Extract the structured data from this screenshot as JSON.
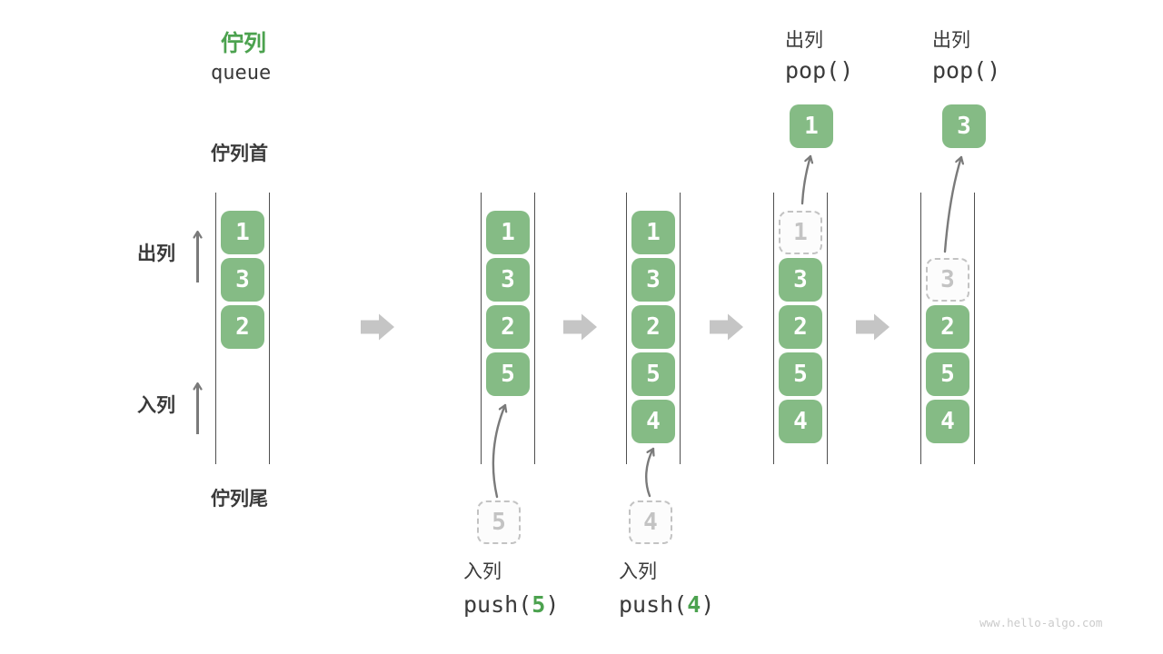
{
  "diagram": {
    "title_zh": "佇列",
    "title_en": "queue",
    "queue_front_label": "佇列首",
    "queue_tail_label": "佇列尾",
    "dequeue_label": "出列",
    "enqueue_label": "入列",
    "watermark": "www.hello-algo.com",
    "colors": {
      "green_box": "#85BB85",
      "accent_green": "#4CA24F",
      "text_dark": "#3A3A3A",
      "dashed_gray": "#C3C3C3",
      "arrow_gray": "#7A7A7A",
      "block_arrow_gray": "#C5C5C5",
      "wall_gray": "#4F4F4F",
      "watermark_gray": "#CBCBCB"
    },
    "states": [
      {
        "name": "initial",
        "slots": [
          {
            "value": "1",
            "style": "green"
          },
          {
            "value": "3",
            "style": "green"
          },
          {
            "value": "2",
            "style": "green"
          }
        ]
      },
      {
        "name": "after-push-5",
        "slots": [
          {
            "value": "1",
            "style": "green"
          },
          {
            "value": "3",
            "style": "green"
          },
          {
            "value": "2",
            "style": "green"
          },
          {
            "value": "5",
            "style": "green"
          }
        ],
        "staging_value": "5",
        "op": {
          "label": "入列",
          "code_prefix": "push(",
          "code_arg": "5",
          "code_suffix": ")"
        }
      },
      {
        "name": "after-push-4",
        "slots": [
          {
            "value": "1",
            "style": "green"
          },
          {
            "value": "3",
            "style": "green"
          },
          {
            "value": "2",
            "style": "green"
          },
          {
            "value": "5",
            "style": "green"
          },
          {
            "value": "4",
            "style": "green"
          }
        ],
        "staging_value": "4",
        "op": {
          "label": "入列",
          "code_prefix": "push(",
          "code_arg": "4",
          "code_suffix": ")"
        }
      },
      {
        "name": "after-pop-1",
        "slots": [
          {
            "value": "1",
            "style": "dashed"
          },
          {
            "value": "3",
            "style": "green"
          },
          {
            "value": "2",
            "style": "green"
          },
          {
            "value": "5",
            "style": "green"
          },
          {
            "value": "4",
            "style": "green"
          }
        ],
        "floating_value": "1",
        "op": {
          "label": "出列",
          "code_prefix": "pop()",
          "code_arg": "",
          "code_suffix": ""
        }
      },
      {
        "name": "after-pop-3",
        "slots": [
          {
            "value": "",
            "style": "empty"
          },
          {
            "value": "3",
            "style": "dashed"
          },
          {
            "value": "2",
            "style": "green"
          },
          {
            "value": "5",
            "style": "green"
          },
          {
            "value": "4",
            "style": "green"
          }
        ],
        "floating_value": "3",
        "op": {
          "label": "出列",
          "code_prefix": "pop()",
          "code_arg": "",
          "code_suffix": ""
        }
      }
    ]
  }
}
